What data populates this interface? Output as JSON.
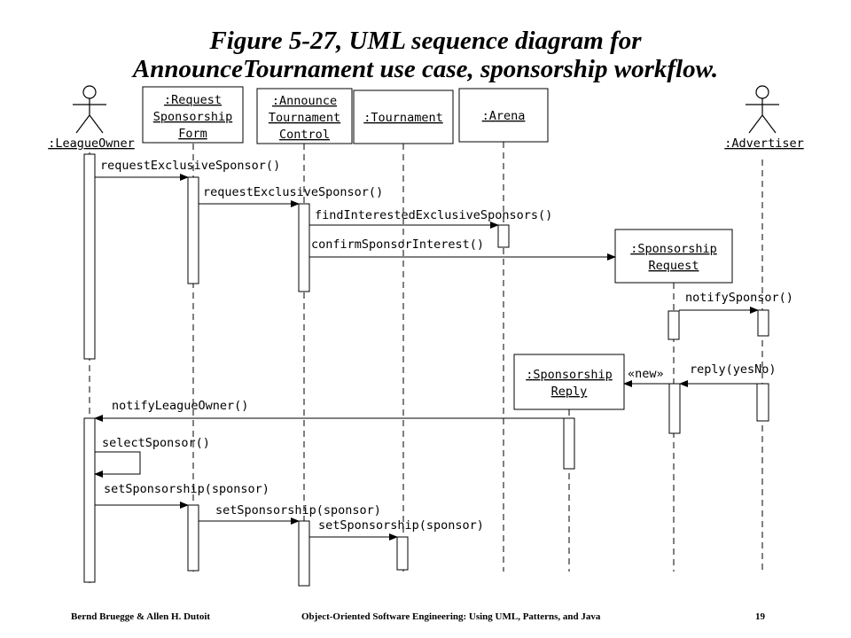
{
  "title": {
    "line1": "Figure 5-27, UML sequence diagram for",
    "line2": "AnnounceTournament use case, sponsorship workflow."
  },
  "actors": {
    "league_owner": ":LeagueOwner",
    "advertiser": ":Advertiser"
  },
  "objects": {
    "request_sponsorship_form": [
      ":Request",
      "Sponsorship",
      "Form"
    ],
    "announce_tournament_control": [
      ":Announce",
      "Tournament",
      "Control"
    ],
    "tournament": ":Tournament",
    "arena": ":Arena",
    "sponsorship_request": [
      ":Sponsorship",
      "Request"
    ],
    "sponsorship_reply": [
      ":Sponsorship",
      "Reply"
    ]
  },
  "messages": {
    "m1": "requestExclusiveSponsor()",
    "m2": "requestExclusiveSponsor()",
    "m3": "findInterestedExclusiveSponsors()",
    "m4": "confirmSponsorInterest()",
    "m5": "notifySponsor()",
    "m6": "reply(yesNo)",
    "m7": "«new»",
    "m8": "notifyLeagueOwner()",
    "m9": "selectSponsor()",
    "m10": "setSponsorship(sponsor)",
    "m11": "setSponsorship(sponsor)",
    "m12": "setSponsorship(sponsor)"
  },
  "footer": {
    "authors": "Bernd Bruegge & Allen H. Dutoit",
    "book": "Object-Oriented Software Engineering: Using UML, Patterns, and Java",
    "page": "19"
  }
}
